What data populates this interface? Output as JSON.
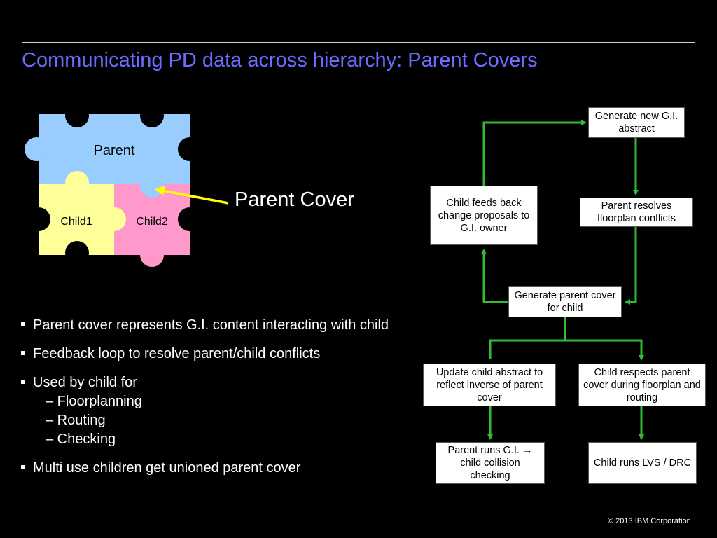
{
  "title": "Communicating PD data across hierarchy: Parent Covers",
  "puzzle": {
    "parent_label": "Parent",
    "child1_label": "Child1",
    "child2_label": "Child2",
    "colors": {
      "parent": "#99ccff",
      "child1": "#ffff99",
      "child2": "#ff99cc",
      "arrow": "#ffff00"
    }
  },
  "callout_label": "Parent Cover",
  "bullets": [
    {
      "text": "Parent cover represents G.I. content interacting with child",
      "subs": []
    },
    {
      "text": "Feedback loop to resolve parent/child conflicts",
      "subs": []
    },
    {
      "text": "Used by child for",
      "subs": [
        "– Floorplanning",
        "– Routing",
        "– Checking"
      ]
    },
    {
      "text": "Multi use children get unioned parent cover",
      "subs": []
    }
  ],
  "flow": {
    "arrow_color": "#33bb33",
    "boxes": {
      "generate_gi_abstract": "Generate new G.I. abstract",
      "parent_resolves": "Parent resolves floorplan conflicts",
      "child_feeds_back": "Child feeds back change proposals to G.I. owner",
      "generate_parent_cover": "Generate parent cover for child",
      "update_child_abstract": "Update child abstract to reflect inverse of parent cover",
      "child_respects": "Child respects parent cover during floorplan and routing",
      "parent_runs_gi": "Parent runs G.I. → child collision checking",
      "child_runs_lvs": "Child runs LVS / DRC"
    }
  },
  "copyright": "© 2013 IBM Corporation"
}
